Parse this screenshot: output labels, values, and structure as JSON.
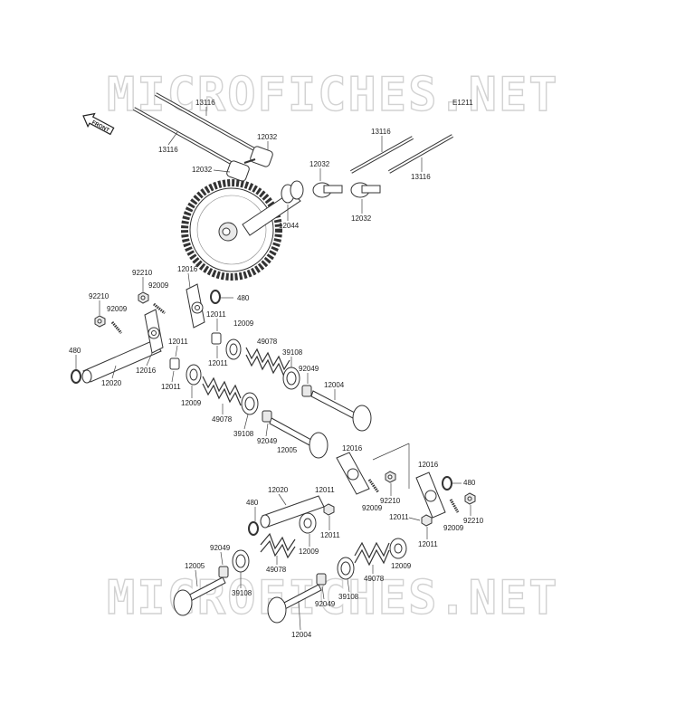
{
  "diagram_code": "E1211",
  "watermark": "MICROFICHES.NET",
  "front_label": "FRONT",
  "part_labels": {
    "pushrod_a": "13116",
    "pushrod_b": "13116",
    "pushrod_c": "13116",
    "pushrod_d": "13116",
    "lifter_a": "12032",
    "lifter_b": "12032",
    "lifter_c": "12032",
    "lifter_d": "12032",
    "camshaft": "12044",
    "rocker_a": "12016",
    "rocker_b": "12016",
    "rocker_c": "12016",
    "rocker_d": "12016",
    "nut_a": "92210",
    "nut_b": "92210",
    "nut_c": "92210",
    "nut_d": "92210",
    "adjuster_a": "92009",
    "adjuster_b": "92009",
    "adjuster_c": "92009",
    "adjuster_d": "92009",
    "circlip_a": "480",
    "circlip_b": "480",
    "circlip_c": "480",
    "circlip_d": "480",
    "shaft_a": "12020",
    "shaft_b": "12020",
    "collar_a": "12011",
    "collar_b": "12011",
    "collar_c": "12011",
    "collar_d": "12011",
    "collar_e": "12011",
    "collar_f": "12011",
    "collar_g": "12011",
    "collar_h": "12011",
    "seat_a": "12009",
    "seat_b": "12009",
    "seat_c": "12009",
    "seat_d": "12009",
    "spring_a": "49078",
    "spring_b": "49078",
    "spring_c": "49078",
    "spring_d": "49078",
    "retainer_a": "39108",
    "retainer_b": "39108",
    "retainer_c": "39108",
    "retainer_d": "39108",
    "seal_a": "92049",
    "seal_b": "92049",
    "seal_c": "92049",
    "seal_d": "92049",
    "valve_ex_a": "12004",
    "valve_ex_b": "12004",
    "valve_in_a": "12005",
    "valve_in_b": "12005"
  }
}
